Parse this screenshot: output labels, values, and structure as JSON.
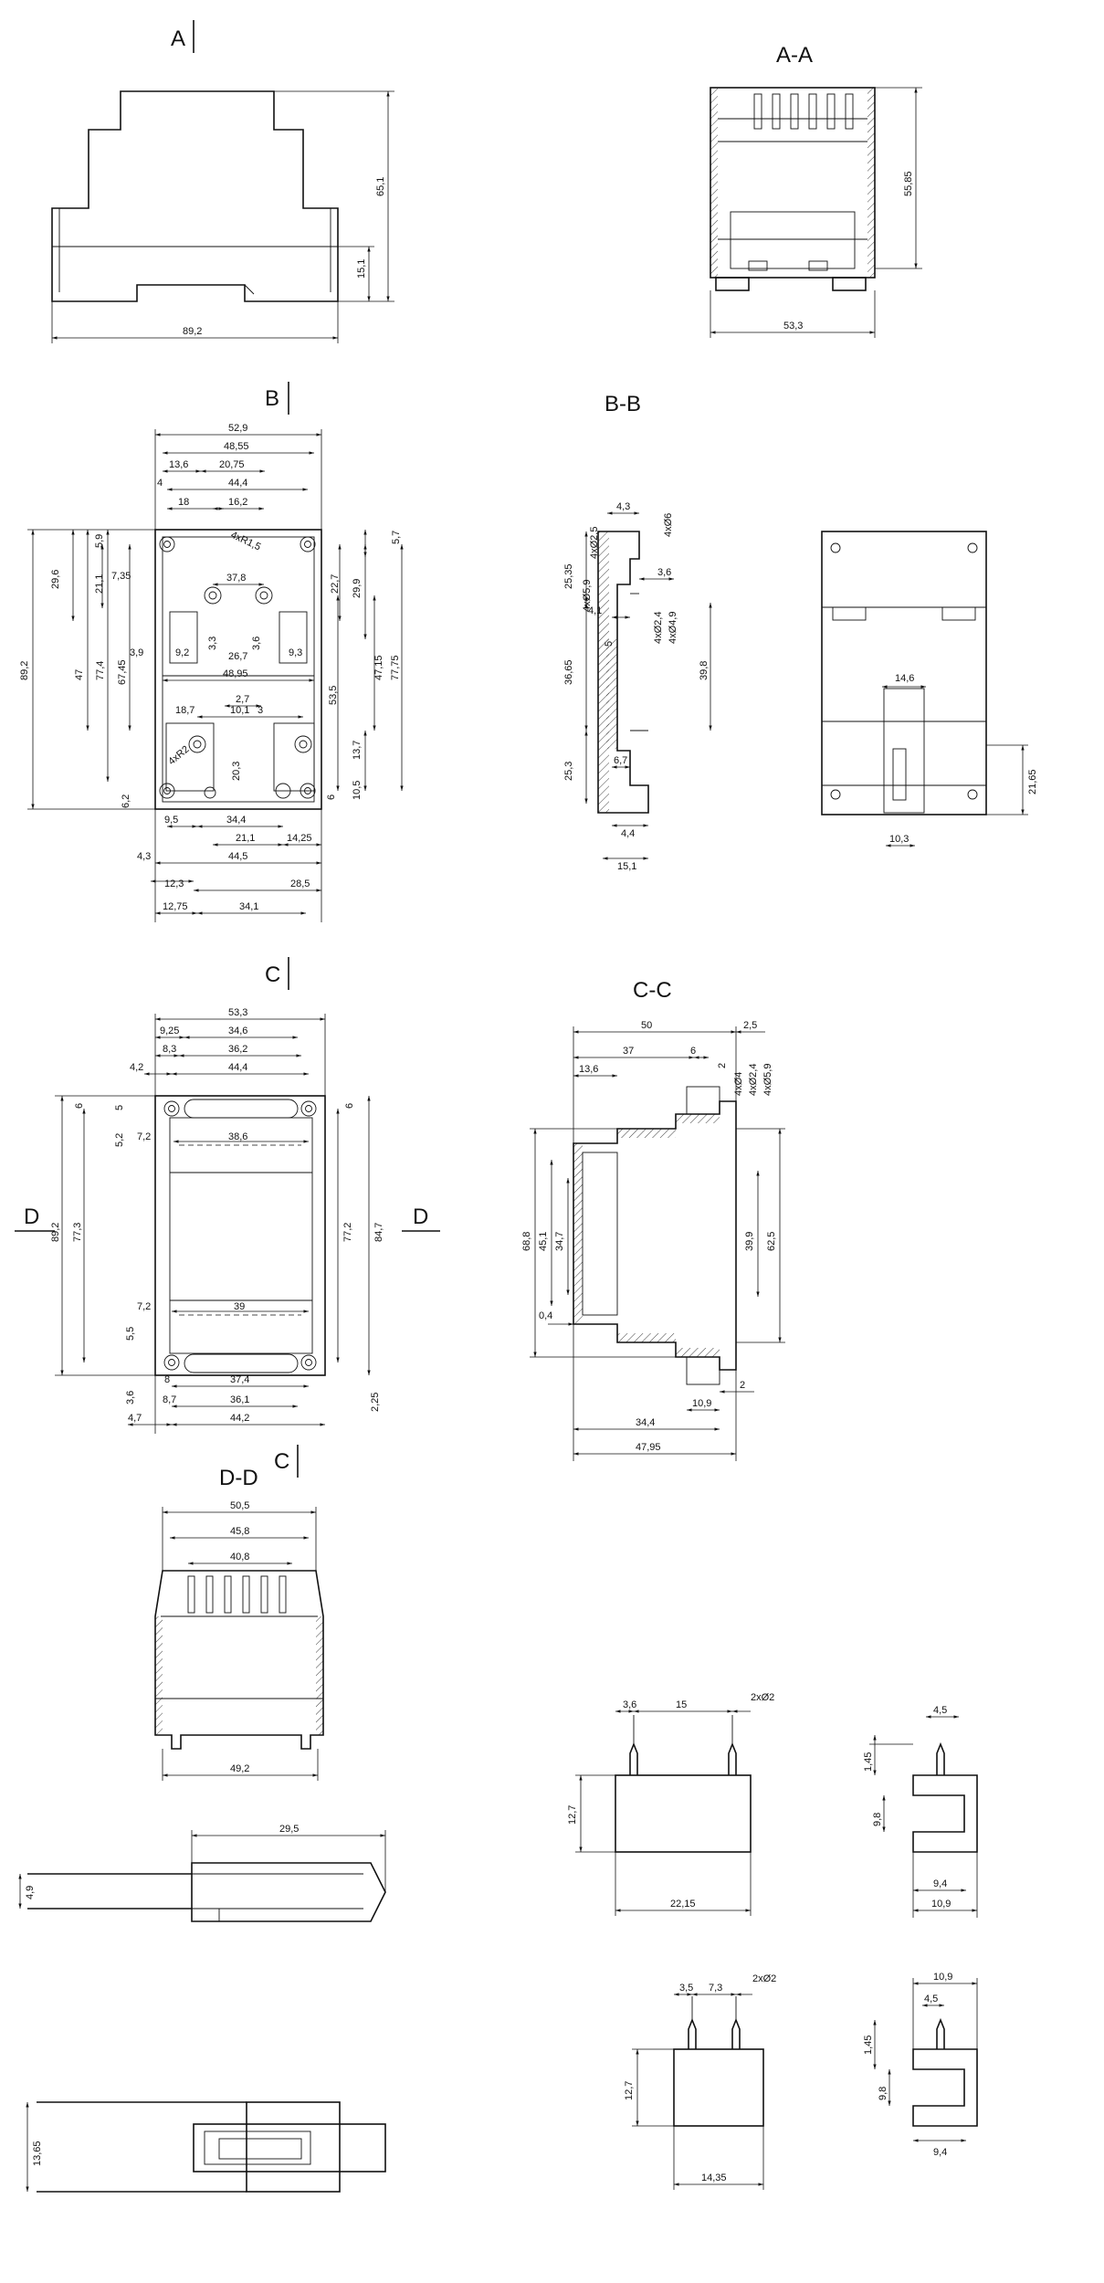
{
  "views": {
    "a_marker": "A",
    "aa_title": "A-A",
    "b_marker": "B",
    "bb_title": "B-B",
    "c_marker": "C",
    "cc_title": "C-C",
    "c_bottom_marker": "C",
    "d_left_marker": "D",
    "d_right_marker": "D",
    "dd_title": "D-D"
  },
  "dims": {
    "front_height": "65,1",
    "front_foot": "15,1",
    "front_width": "89,2",
    "aa_height": "55,85",
    "aa_width": "53,3",
    "b_52_9": "52,9",
    "b_48_55": "48,55",
    "b_13_6": "13,6",
    "b_20_75": "20,75",
    "b_4": "4",
    "b_44_4": "44,4",
    "b_18": "18",
    "b_16_2": "16,2",
    "b_4xR1_5": "4xR1,5",
    "b_5_7": "5,7",
    "b_5_9": "5,9",
    "b_21_1": "21,1",
    "b_7_35": "7,35",
    "b_37_8": "37,8",
    "b_22_7": "22,7",
    "b_29_9": "29,9",
    "b_29_6": "29,6",
    "b_89_2": "89,2",
    "b_47": "47",
    "b_77_4": "77,4",
    "b_67_45": "67,45",
    "b_3_9": "3,9",
    "b_9_2": "9,2",
    "b_3_3": "3,3",
    "b_26_7": "26,7",
    "b_3_6": "3,6",
    "b_9_3": "9,3",
    "b_48_95": "48,95",
    "b_47_15": "47,15",
    "b_77_75": "77,75",
    "b_53_5": "53,5",
    "b_2_7": "2,7",
    "b_18_7": "18,7",
    "b_10_1": "10,1",
    "b_3": "3",
    "b_13_7": "13,7",
    "b_20_3": "20,3",
    "b_4xR2": "4xR2",
    "b_10_5": "10,5",
    "b_6": "6",
    "b_6_2": "6,2",
    "b_9_5": "9,5",
    "b_34_4": "34,4",
    "b_21_1b": "21,1",
    "b_14_25": "14,25",
    "b_4_3": "4,3",
    "b_44_5": "44,5",
    "b_12_3": "12,3",
    "b_28_5": "28,5",
    "b_12_75": "12,75",
    "b_34_1": "34,1",
    "bb_4_3": "4,3",
    "bb_4x6": "4xØ6",
    "bb_4x2_5": "4xØ2,5",
    "bb_25_35": "25,35",
    "bb_3_6": "3,6",
    "bb_x5_9": "4xØ5,9",
    "bb_4_1": "4,1",
    "bb_5": "5",
    "bb_4x2_4": "4xØ2,4",
    "bb_4x4_9": "4xØ4,9",
    "bb_36_65": "36,65",
    "bb_39_8": "39,8",
    "bb_6_7": "6,7",
    "bb_25_3": "25,3",
    "bb_4_4": "4,4",
    "bb_15_1": "15,1",
    "side_14_6": "14,6",
    "side_21_65": "21,65",
    "side_10_3": "10,3",
    "c_53_3": "53,3",
    "c_9_25": "9,25",
    "c_34_6": "34,6",
    "c_8_3": "8,3",
    "c_36_2": "36,2",
    "c_4_2": "4,2",
    "c_44_4": "44,4",
    "c_6a": "6",
    "c_5": "5",
    "c_6b": "6",
    "c_5_2": "5,2",
    "c_7_2a": "7,2",
    "c_38_6": "38,6",
    "c_89_2": "89,2",
    "c_77_3": "77,3",
    "c_77_2": "77,2",
    "c_84_7": "84,7",
    "c_7_2b": "7,2",
    "c_39": "39",
    "c_5_5": "5,5",
    "c_3_6": "3,6",
    "c_8": "8",
    "c_37_4": "37,4",
    "c_2_25": "2,25",
    "c_8_7": "8,7",
    "c_36_1": "36,1",
    "c_4_7": "4,7",
    "c_44_2": "44,2",
    "cc_50": "50",
    "cc_2_5": "2,5",
    "cc_37": "37",
    "cc_6": "6",
    "cc_13_6": "13,6",
    "cc_2": "2",
    "cc_4x4": "4xØ4",
    "cc_4x2_4": "4xØ2,4",
    "cc_4x5_9": "4xØ5,9",
    "cc_68_8": "68,8",
    "cc_45_1": "45,1",
    "cc_34_7": "34,7",
    "cc_39_9": "39,9",
    "cc_62_5": "62,5",
    "cc_0_4": "0,4",
    "cc_2b": "2",
    "cc_10_9": "10,9",
    "cc_34_4": "34,4",
    "cc_47_95": "47,95",
    "dd_50_5": "50,5",
    "dd_45_8": "45,8",
    "dd_40_8": "40,8",
    "dd_49_2": "49,2",
    "clip_29_5": "29,5",
    "clip_4_9": "4,9",
    "clip_13_65": "13,65",
    "t1_3_6": "3,6",
    "t1_15": "15",
    "t1_2x2": "2xØ2",
    "t1_12_7": "12,7",
    "t1_22_15": "22,15",
    "t1s_4_5": "4,5",
    "t1s_1_45": "1,45",
    "t1s_9_8": "9,8",
    "t1s_9_4": "9,4",
    "t1s_10_9": "10,9",
    "t2_3_5": "3,5",
    "t2_7_3": "7,3",
    "t2_2x2": "2xØ2",
    "t2_12_7": "12,7",
    "t2_14_35": "14,35",
    "t2s_10_9": "10,9",
    "t2s_4_5": "4,5",
    "t2s_1_45": "1,45",
    "t2s_9_8": "9,8",
    "t2s_9_4": "9,4"
  }
}
